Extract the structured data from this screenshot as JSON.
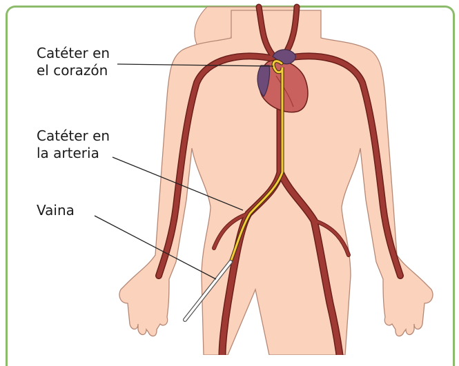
{
  "labels": {
    "heart_catheter": "Catéter en\nel corazón",
    "artery_catheter": "Catéter en\nla arteria",
    "sheath": "Vaina"
  },
  "colors": {
    "frame": "#8dbb6c",
    "skin": "#fbd3bd",
    "skin_outline": "#b58775",
    "artery": "#9e3a33",
    "artery_edge": "#6b1e1a",
    "heart": "#c9615e",
    "heart_dark": "#6d4b78",
    "catheter": "#f4cb3a",
    "sheath": "#ffffff"
  }
}
